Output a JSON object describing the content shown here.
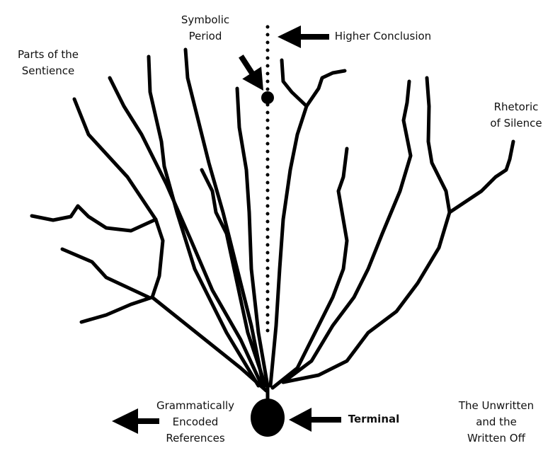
{
  "labels": {
    "symbolic_period": [
      "Symbolic",
      "Period"
    ],
    "higher_conclusion": "Higher Conclusion",
    "parts_of_sentience": [
      "Parts of the",
      "Sentience"
    ],
    "rhetoric_of_silence": [
      "Rhetoric",
      "of Silence"
    ],
    "grammatically_encoded": [
      "Grammatically",
      "Encoded",
      "References"
    ],
    "terminal": "Terminal",
    "unwritten": [
      "The Unwritten",
      "and the",
      "Written Off"
    ]
  },
  "colors": {
    "ink": "#000000",
    "background": "#ffffff"
  }
}
